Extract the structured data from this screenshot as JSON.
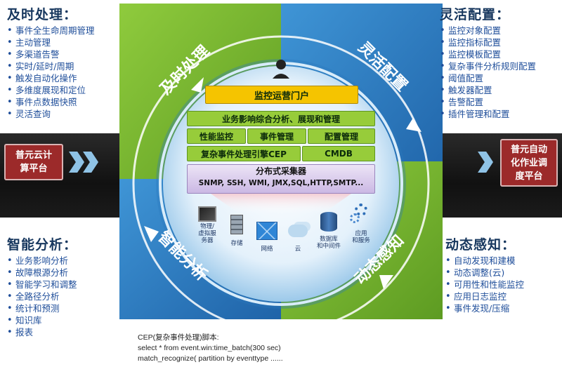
{
  "left_top": {
    "title": "及时处理：",
    "items": [
      "事件全生命周期管理",
      "主动管理",
      "多渠道告警",
      "实时/延时/周期",
      "触发自动化操作",
      "多维度展现和定位",
      "事件点数据快照",
      "灵活查询"
    ]
  },
  "left_bottom": {
    "title": "智能分析：",
    "items": [
      "业务影响分析",
      "故障根源分析",
      "智能学习和调整",
      "全路径分析",
      "统计和预测",
      "知识库",
      "报表"
    ]
  },
  "right_top": {
    "title": "灵活配置：",
    "items": [
      "监控对象配置",
      "监控指标配置",
      "监控模板配置",
      "复杂事件分析规则配置",
      "阈值配置",
      "触发器配置",
      "告警配置",
      "插件管理和配置"
    ]
  },
  "right_bottom": {
    "title": "动态感知：",
    "items": [
      "自动发现和建模",
      "动态调整(云)",
      "可用性和性能监控",
      "应用日志监控",
      "事件发现/压缩"
    ]
  },
  "side_left": "普元云计\n算平台",
  "side_right": "普元自动\n化作业调\n度平台",
  "quadrants": {
    "top_left": "及时处理",
    "top_right": "灵活配置",
    "bottom_left": "智能分析",
    "bottom_right": "动态感知"
  },
  "core": {
    "portal": "监控运营门户",
    "biz": "业务影响综合分析、展现和管理",
    "perf": "性能监控",
    "event": "事件管理",
    "config": "配置管理",
    "cep": "复杂事件处理引擎CEP",
    "cmdb": "CMDB",
    "collector_title": "分布式采集器",
    "collector_protocols": "SNMP, SSH, WMI, JMX,SQL,HTTP,SMTP..."
  },
  "resources": [
    {
      "label": "物理/\n虚拟服\n务器",
      "icon": "server-icon"
    },
    {
      "label": "存储",
      "icon": "storage-icon"
    },
    {
      "label": "网络",
      "icon": "network-icon"
    },
    {
      "label": "云",
      "icon": "cloud-icon"
    },
    {
      "label": "数据库\n和中间件",
      "icon": "database-icon"
    },
    {
      "label": "应用\n和服务",
      "icon": "gears-icon"
    }
  ],
  "code": {
    "line1": "CEP(复杂事件处理)脚本:",
    "line2": "select * from event.win:time_batch(300 sec)",
    "line3": "match_recognize( partition by  eventtype  ......"
  },
  "colors": {
    "ring_blue": "#2f7fc4",
    "ring_green": "#79b82f",
    "panel_text": "#1f4e9a",
    "module_green": "#97cc3a",
    "side_red": "#9c2a2a"
  }
}
